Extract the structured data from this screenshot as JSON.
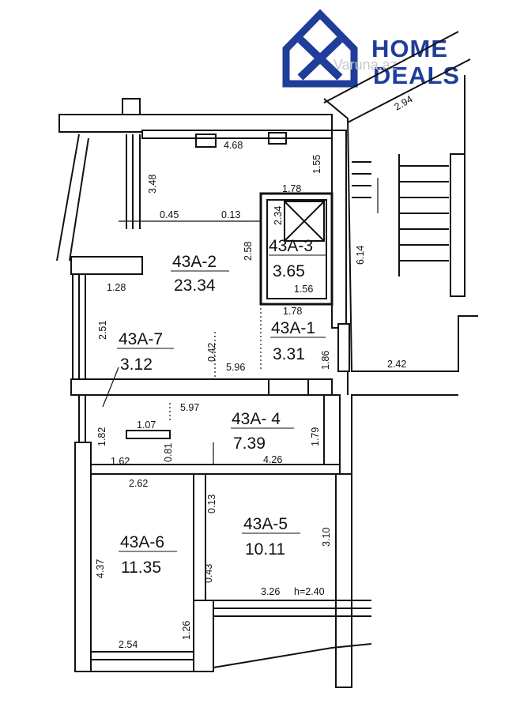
{
  "logo": {
    "line1": "HOME",
    "line2": "DEALS",
    "color": "#1f3d9a"
  },
  "watermark": "Varuna.az",
  "rooms": [
    {
      "id": "43A-2",
      "area": "23.34"
    },
    {
      "id": "43A-3",
      "area": "3.65"
    },
    {
      "id": "43A-1",
      "area": "3.31"
    },
    {
      "id": "43A-7",
      "area": "3.12"
    },
    {
      "id": "43A- 4",
      "area": "7.39"
    },
    {
      "id": "43A-6",
      "area": "11.35"
    },
    {
      "id": "43A-5",
      "area": "10.11"
    }
  ],
  "dimensions": [
    "4.68",
    "1.55",
    "3.48",
    "1.78",
    "0.45",
    "0.13",
    "2.58",
    "2.34",
    "1.56",
    "1.78",
    "1.28",
    "2.51",
    "0.42",
    "5.96",
    "1.86",
    "5.97",
    "1.07",
    "1.82",
    "0.81",
    "1.62",
    "1.79",
    "4.26",
    "2.62",
    "0.13",
    "4.37",
    "3.10",
    "0.43",
    "3.26",
    "h=2.40",
    "1.26",
    "2.54",
    "6.14",
    "2.42",
    "2.94"
  ]
}
